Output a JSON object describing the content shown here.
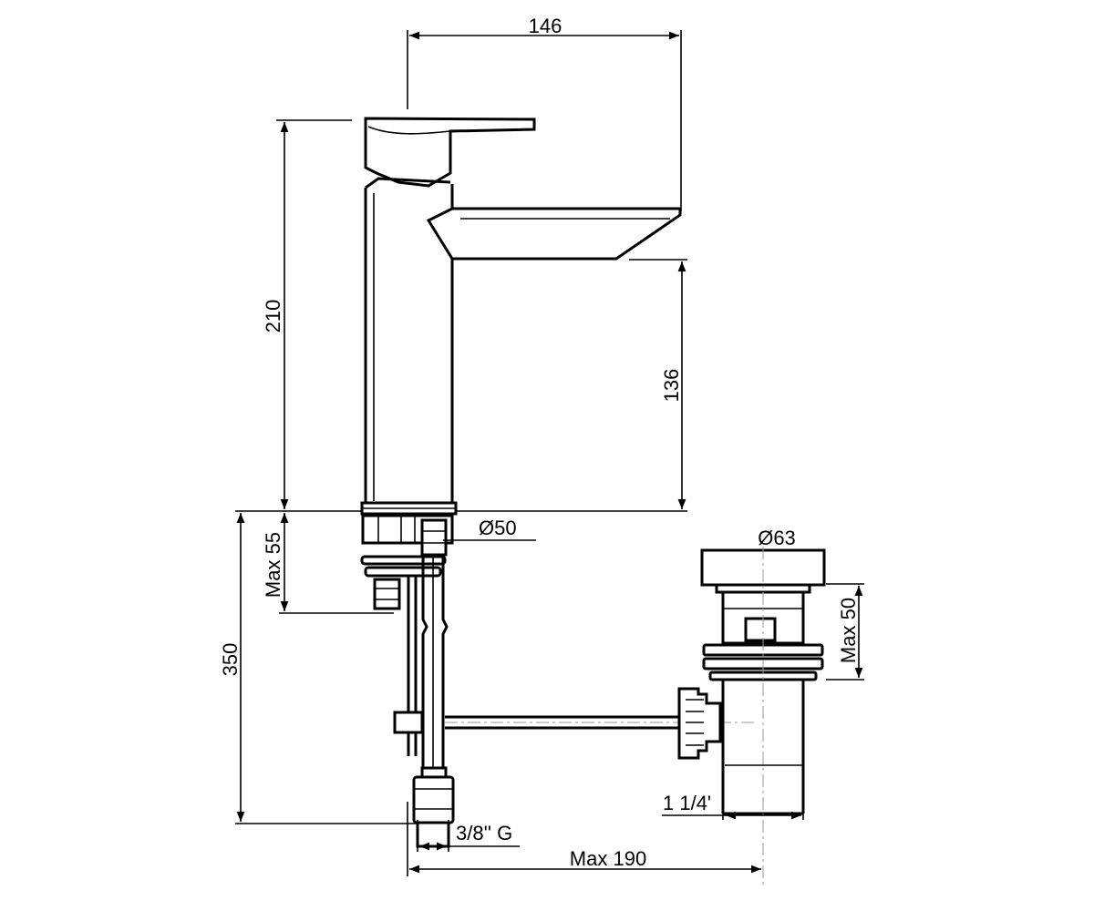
{
  "dimensions": {
    "width_146": "146",
    "height_210": "210",
    "spout_136": "136",
    "base_dia_50": "Ø50",
    "max_55": "Max 55",
    "total_350": "350",
    "waste_dia_63": "Ø63",
    "max_50": "Max 50",
    "waste_thread": "1 1/4'",
    "hose_thread": "3/8'' G",
    "max_190": "Max 190"
  }
}
